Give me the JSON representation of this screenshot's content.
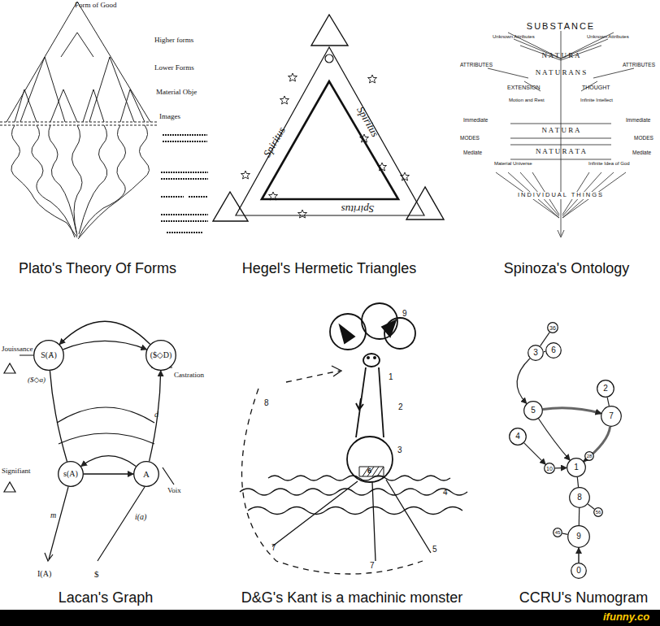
{
  "diagram": {
    "nodes": [
      {
        "text": [
          "S(Ⱥ)"
        ]
      },
      {
        "text": [
          "($◇D)"
        ]
      },
      {
        "text": [
          "s(A)"
        ]
      },
      {
        "text": [
          "A"
        ]
      },
      {
        "text": [
          "36"
        ]
      },
      {
        "text": [
          "3"
        ]
      },
      {
        "text": [
          "6"
        ]
      },
      {
        "text": [
          "2"
        ]
      },
      {
        "text": [
          "5"
        ]
      },
      {
        "text": [
          "7"
        ]
      },
      {
        "text": [
          "4"
        ]
      },
      {
        "text": [
          "10"
        ]
      },
      {
        "text": [
          "1"
        ]
      },
      {
        "text": [
          "28"
        ]
      },
      {
        "text": [
          "8"
        ]
      },
      {
        "text": [
          "56"
        ]
      },
      {
        "text": [
          "45"
        ]
      },
      {
        "text": [
          "9"
        ]
      },
      {
        "text": [
          "0"
        ]
      }
    ],
    "edges": [
      {
        "from": 1,
        "to": 0,
        "arrow": "to"
      },
      {
        "from": 0,
        "to": 1,
        "arrow": "to"
      },
      {
        "from": 3,
        "to": 2,
        "arrow": "to"
      },
      {
        "from": 2,
        "to": 3,
        "arrow": "to"
      },
      {
        "from": 3,
        "to": 1,
        "arrow": "to"
      },
      {
        "from": 0,
        "to": 2,
        "arrow": "none"
      },
      {
        "from": 4,
        "to": 5,
        "arrow": "none"
      },
      {
        "from": 5,
        "to": 6,
        "arrow": "none"
      },
      {
        "from": 7,
        "to": 9,
        "arrow": "none"
      },
      {
        "from": 8,
        "to": 9,
        "arrow": "to"
      },
      {
        "from": 9,
        "to": 12,
        "arrow": "to"
      },
      {
        "from": 8,
        "to": 12,
        "arrow": "to"
      },
      {
        "from": 10,
        "to": 11,
        "arrow": "to"
      },
      {
        "from": 11,
        "to": 12,
        "arrow": "to"
      },
      {
        "from": 13,
        "to": 12,
        "arrow": "none"
      },
      {
        "from": 12,
        "to": 14,
        "arrow": "none"
      },
      {
        "from": 14,
        "to": 17,
        "arrow": "none"
      },
      {
        "from": 15,
        "to": 14,
        "arrow": "none"
      },
      {
        "from": 16,
        "to": 17,
        "arrow": "none"
      },
      {
        "from": 18,
        "to": 17,
        "arrow": "to"
      },
      {
        "from": 5,
        "to": 8,
        "arrow": "to"
      }
    ],
    "labels": [
      "Form of Good",
      "Higher forms",
      "Lower Forms",
      "Material Obje",
      "Images",
      "Plato's Theory Of Forms",
      "Spiritus",
      "Spiritus",
      "Spiritus",
      "Hegel's Hermetic Triangles",
      "SUBSTANCE",
      "Unknown Attributes",
      "Unknown Attributes",
      "ATTRIBUTES",
      "ATTRIBUTES",
      "N A T U R A",
      "N A T U R A N S",
      "EXTENSION",
      "THOUGHT",
      "Motion and Rest",
      "Infinite Intellect",
      "Immediate",
      "Immediate",
      "MODES",
      "N A T U R A",
      "MODES",
      "Mediate",
      "N A T U R A T A",
      "Mediate",
      "Material Universe",
      "Infinite Idea of God",
      "INDIVIDUAL THINGS",
      "Spinoza's Ontology",
      "Jouissance",
      "Castration",
      "($◇a)",
      "d",
      "Signifiant",
      "Voix",
      "m",
      "i(a)",
      "I(A)",
      "$",
      "Lacan's Graph",
      "9",
      "1",
      "2",
      "3",
      "4",
      "5",
      "6",
      "7",
      "7",
      "8",
      "D&G's Kant is a machinic monster",
      "CCRU's Numogram",
      "ifunny.co"
    ]
  }
}
